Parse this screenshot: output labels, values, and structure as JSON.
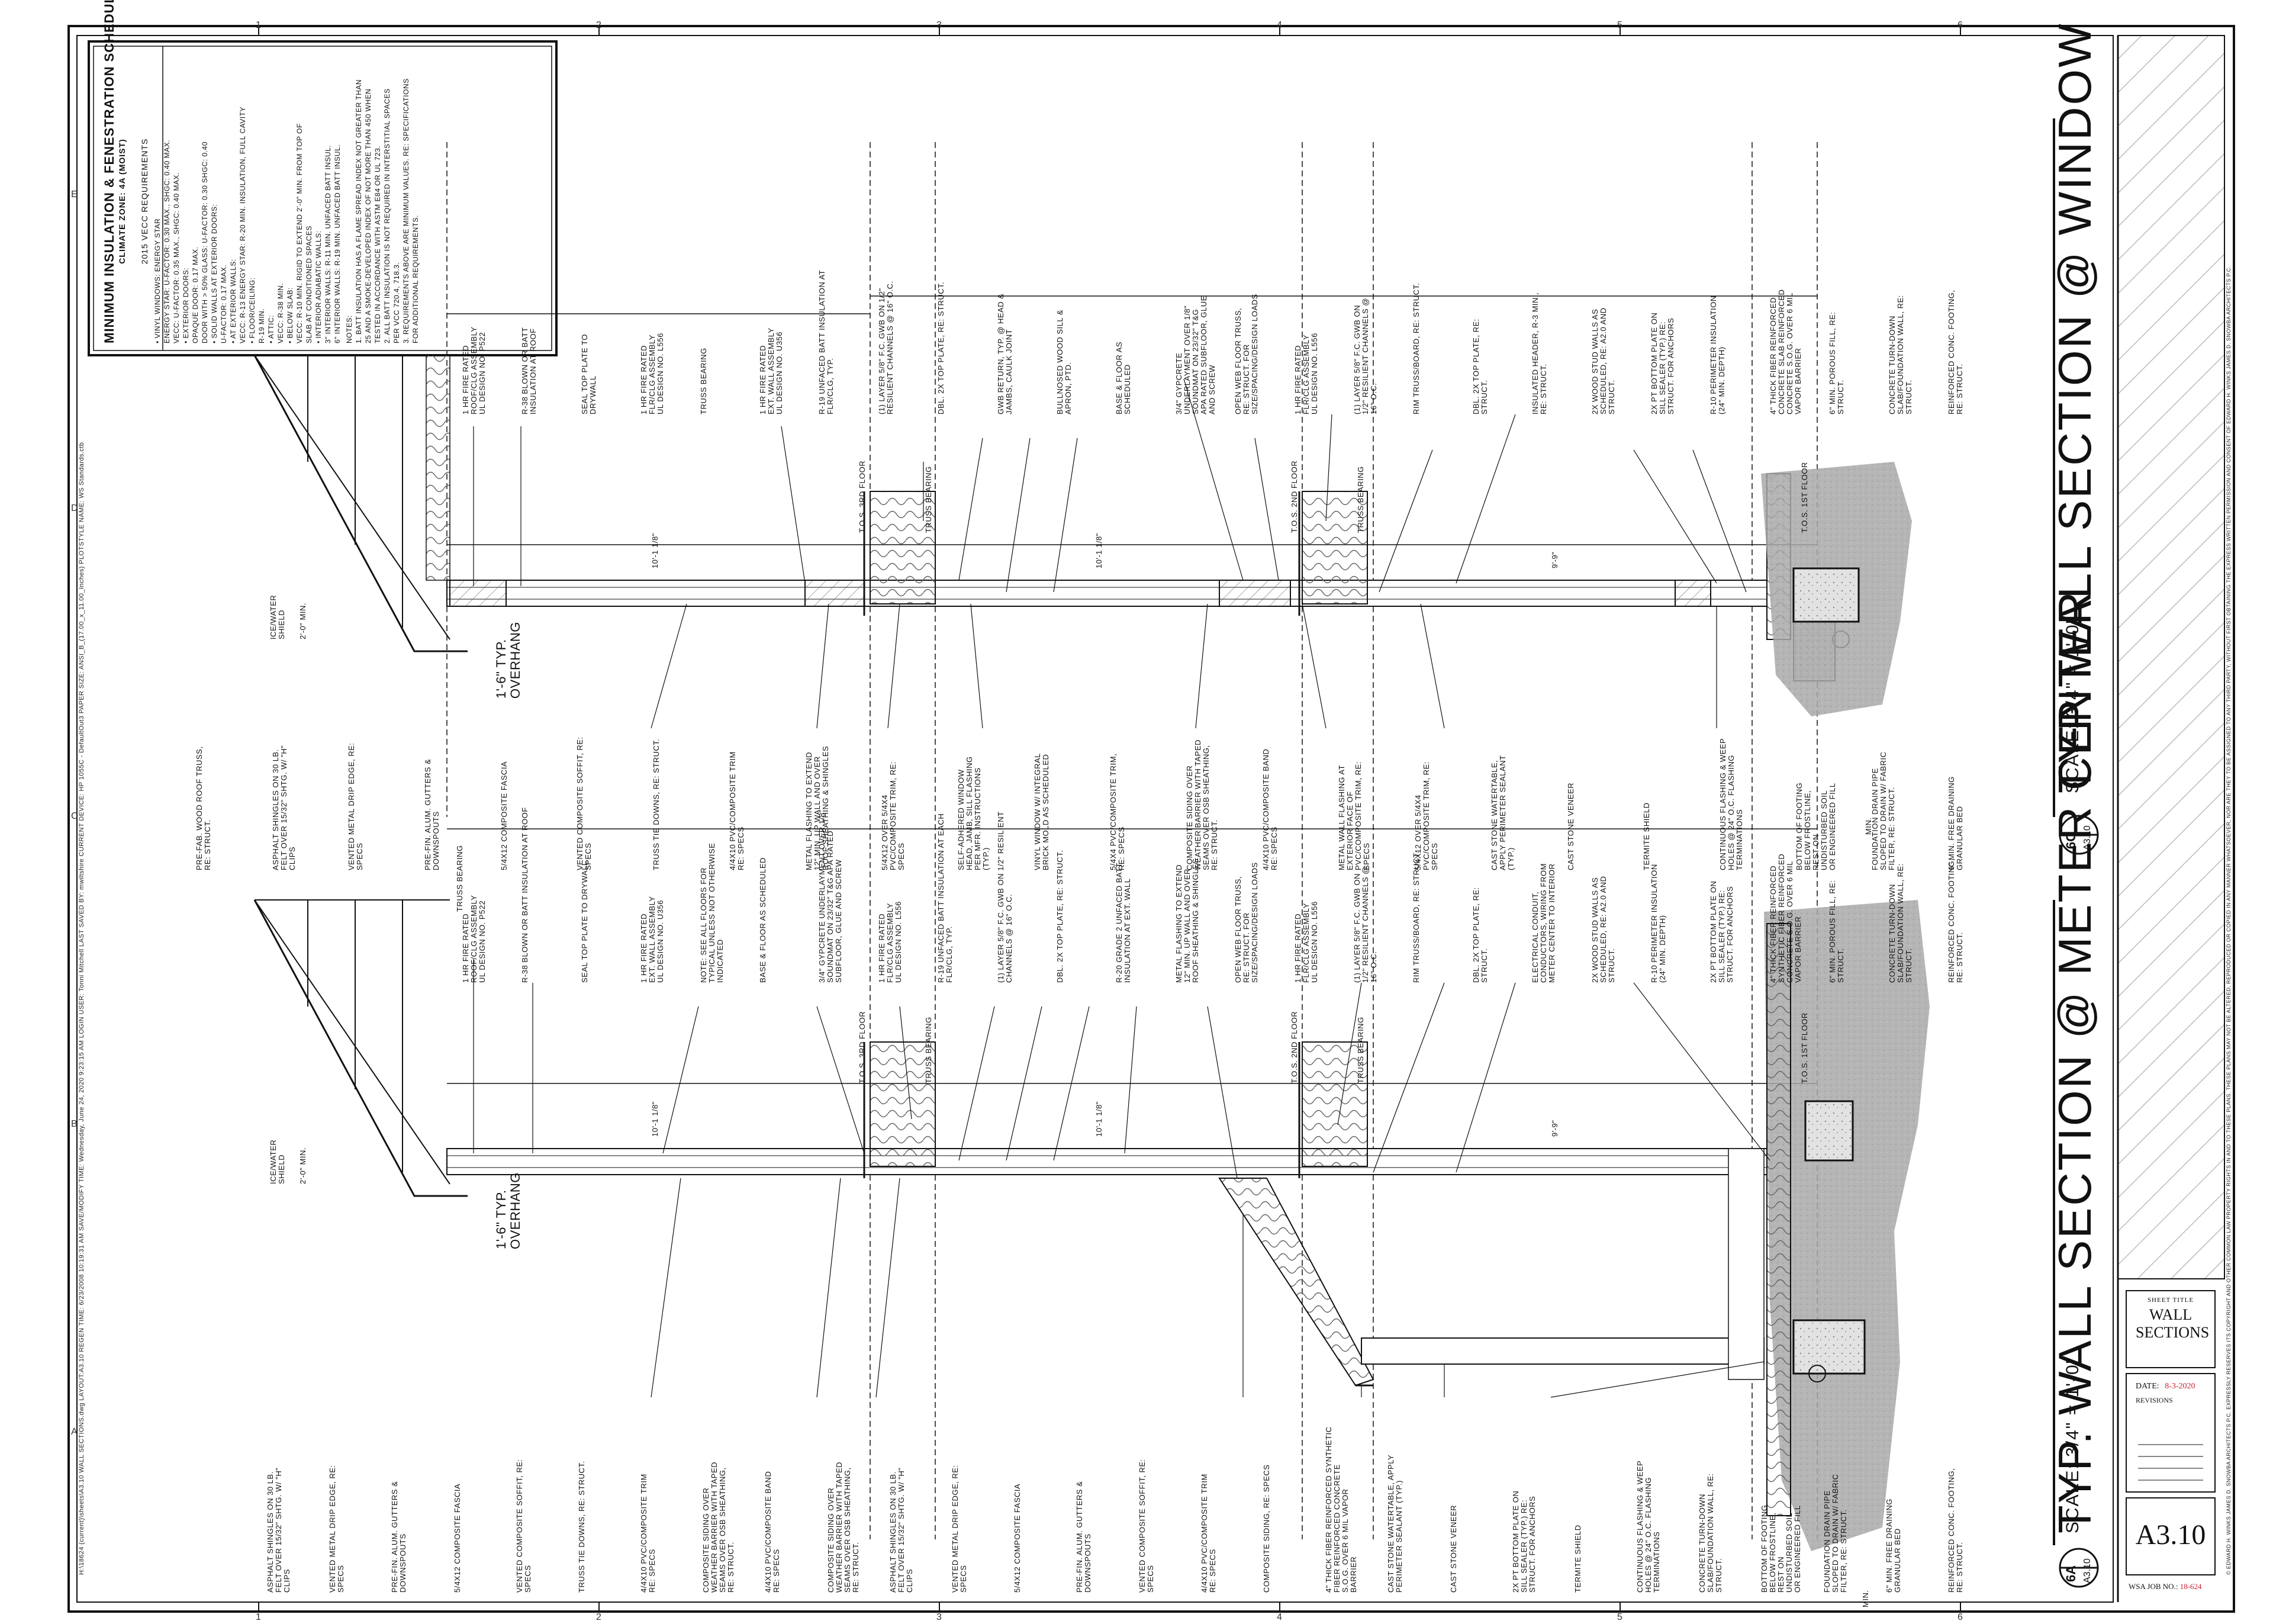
{
  "grid": {
    "columns": [
      "1",
      "2",
      "3",
      "4",
      "5",
      "6"
    ],
    "rows": [
      "E",
      "D",
      "C",
      "B",
      "A"
    ]
  },
  "schedule": {
    "title": "MINIMUM INSULATION & FENESTRATION SCHEDULE (DWELLING UNITS)",
    "subtitle": "CLIMATE ZONE: 4A (MOIST)",
    "heading": "2015 VECC REQUIREMENTS",
    "body": "• VINYL WINDOWS: ENERGY STAR\n   ENERGY STAR: U-FACTOR: 0.30 MAX., SHGC: 0.40 MAX.\n   VECC: U-FACTOR: 0.35 MAX., SHGC: 0.40 MAX.\n• EXTERIOR DOORS:\n   OPAQUE DOOR: 0.17 MAX.\n   DOOR WITH > 50% GLASS: U-FACTOR: 0.30 SHGC: 0.40\n• SOLID WALLS AT EXTERIOR DOORS:\n   U-FACTOR: 0.17 MAX.\n• AT EXTERIOR WALLS:\n   VECC: R-13 ENERGY STAR: R-20 MIN. INSULATION, FULL CAVITY\n• FLOOR/CEILING:\n   R-19 MIN.\n• ATTIC:\n   VECC: R-38 MIN.\n• BELOW SLAB:\n   VECC: R-10 MIN. RIGID TO EXTEND 2'-0\" MIN. FROM TOP OF\n   SLAB AT CONDITIONED SPACES\n• INTERIOR ADIABATIC WALLS:\n   3\" INTERIOR WALLS: R-11 MIN. UNFACED BATT INSUL.\n   6\" INTERIOR WALLS: R-19 MIN. UNFACED BATT INSUL.",
    "notes": "NOTES:\n1. BATT INSULATION HAS A FLAME SPREAD INDEX NOT GREATER THAN\n   25 AND A SMOKE-DEVELOPED INDEX OF NOT MORE THAN 450 WHEN\n   TESTED IN ACCORDANCE WITH ASTM E84 OR UL 723.\n2. ALL BATT INSULATION IS NOT REQUIRED IN INTERSTITIAL SPACES\n   PER VCC 720.4, 718.3.\n3. REQUIREMENTS ABOVE ARE MINIMUM VALUES. RE: SPECIFICATIONS\n   FOR ADDITIONAL REQUIREMENTS."
  },
  "sections": [
    {
      "title": "TYP. WALL SECTION @ WINDOW",
      "tag": "6C",
      "sheet_ref": "A3.10",
      "scale": "SCALE: 3/4\" = 1'-0\""
    },
    {
      "title": "TYP. WALL SECTION @ METER CENTER",
      "tag": "6A",
      "sheet_ref": "A3.10",
      "scale": "SCALE: 3/4\" = 1'-0\""
    }
  ],
  "levels": {
    "truss_bearing": "TRUSS BEARING",
    "third_floor": "T.O.S. 3RD FLOOR",
    "second_floor": "T.O.S. 2ND FLOOR",
    "first_floor": "T.O.S. 1ST FLOOR",
    "dims": [
      "10'-1 1/8\"",
      "10'-1 1/8\"",
      "9'-9\"",
      "1'-6\"",
      "2'-0\" MIN.",
      "1'-6\" TYP. OVERHANG"
    ]
  },
  "callouts_window_upper": [
    "1 HR FIRE RATED\nROOF/CLG ASSEMBLY\nUL DESIGN NO. P522",
    "R-38 BLOWN OR BATT\nINSULATION AT ROOF",
    "SEAL TOP PLATE TO\nDRYWALL",
    "1 HR FIRE RATED\nFLR/CLG ASSEMBLY\nUL DESIGN NO. L556",
    "TRUSS BEARING",
    "1 HR FIRE RATED\nEXT. WALL ASSEMBLY\nUL DESIGN NO. U356",
    "R-19 UNFACED BATT INSULATION AT\nFLR/CLG, TYP.",
    "(1) LAYER 5/8\" F.C. GWB ON 1/2\"\nRESILIENT CHANNELS @ 16\" O.C.",
    "DBL. 2X TOP PLATE, RE: STRUCT.",
    "GWB RETURN, TYP. @ HEAD &\nJAMBS, CAULK JOINT",
    "BULLNOSED WOOD SILL &\nAPRON, PTD.",
    "BASE & FLOOR AS\nSCHEDULED",
    "3/4\" GYPCRETE\nUNDERLAYMENT OVER 1/8\"\nSOUNDMAT ON 23/32\" T&G\nAPA RATED SUBFLOOR, GLUE\nAND SCREW",
    "OPEN WEB FLOOR TRUSS,\nRE: STRUCT. FOR\nSIZE/SPACING/DESIGN LOADS",
    "1 HR FIRE RATED\nFLR/CLG ASSEMBLY\nUL DESIGN NO. L556",
    "(1) LAYER 5/8\" F.C. GWB ON\n1/2\" RESILIENT CHANNELS @\n16\" O.C.",
    "RIM TRUSS/BOARD, RE: STRUCT.",
    "DBL. 2X TOP PLATE, RE:\nSTRUCT.",
    "INSULATED HEADER, R-3 MIN.,\nRE: STRUCT.",
    "2X WOOD STUD WALLS AS\nSCHEDULED, RE: A2.0 AND\nSTRUCT.",
    "2X PT BOTTOM PLATE ON\nSILL SEALER (TYP.) RE:\nSTRUCT. FOR ANCHORS",
    "R-10 PERIMETER INSULATION\n(24\" MIN. DEPTH)",
    "4\" THICK FIBER REINFORCED\nCONCRETE SLAB REINFORCED\nCONCRETE S.O.G. OVER 6 MIL\nVAPOR BARRIER",
    "6\" MIN. POROUS FILL, RE:\nSTRUCT.",
    "CONCRETE TURN-DOWN\nSLAB/FOUNDATION WALL, RE:\nSTRUCT.",
    "REINFORCED CONC. FOOTING,\nRE: STRUCT."
  ],
  "callouts_window_lower": [
    "PRE-FAB. WOOD ROOF TRUSS,\nRE: STRUCT.",
    "ASPHALT SHINGLES ON 30 LB.\nFELT OVER 15/32\" SHTG. W/ \"H\"\nCLIPS",
    "VENTED METAL DRIP EDGE, RE:\nSPECS",
    "PRE-FIN. ALUM. GUTTERS &\nDOWNSPOUTS",
    "5/4X12 COMPOSITE FASCIA",
    "VENTED COMPOSITE SOFFIT, RE:\nSPECS",
    "TRUSS TIE DOWNS, RE: STRUCT.",
    "4/4X10 PVC/COMPOSITE TRIM\nRE: SPECS",
    "METAL FLASHING TO EXTEND\n12\" MIN. UP WALL AND OVER\nROOF SHEATHING & SHINGLES",
    "5/4X12 OVER 5/4X4\nPVC/COMPOSITE TRIM, RE:\nSPECS",
    "SELF-ADHERED WINDOW\nHEAD, JAMB, SILL FLASHING\nPER MFR. INSTRUCTIONS\n(TYP.)",
    "VINYL WINDOW W/ INTEGRAL\nBRICK MOLD AS SCHEDULED",
    "5/4X4 PVC/COMPOSITE TRIM,\nRE: SPECS",
    "COMPOSITE SIDING OVER\nWEATHER BARRIER WITH TAPED\nSEAMS OVER OSB SHEATHING,\nRE: STRUCT.",
    "4/4X10 PVC/COMPOSITE BAND\nRE: SPECS",
    "METAL WALL FLASHING AT\nEXTERIOR FACE OF\nPVC/COMPOSITE TRIM, RE:\nSPECS",
    "5/4X12 OVER 5/4X4\nPVC/COMPOSITE TRIM, RE:\nSPECS",
    "CAST STONE WATERTABLE,\nAPPLY PERIMETER SEALANT\n(TYP.)",
    "CAST STONE VENEER",
    "TERMITE SHIELD",
    "CONTINUOUS FLASHING & WEEP\nHOLES @ 24\" O.C. FLASHING\nTERMINATIONS",
    "BOTTOM OF FOOTING\nBELOW FROSTLINE,\nREST ON\nUNDISTURBED SOIL\nOR ENGINEERED FILL",
    "FOUNDATION DRAIN PIPE\nSLOPED TO DRAIN W/ FABRIC\nFILTER, RE: STRUCT.",
    "6\" MIN. FREE DRAINING\nGRANULAR BED"
  ],
  "callouts_meter_upper": [
    "1 HR FIRE RATED\nROOF/CLG ASSEMBLY\nUL DESIGN NO. P522",
    "R-38 BLOWN OR BATT INSULATION AT ROOF",
    "SEAL TOP PLATE TO DRYWALL",
    "1 HR FIRE RATED\nEXT. WALL ASSEMBLY\nUL DESIGN NO. U356",
    "NOTE: SEE ALL FLOORS FOR\nTYPICAL UNLESS NOT OTHERWISE\nINDICATED",
    "BASE & FLOOR AS SCHEDULED",
    "3/4\" GYPCRETE UNDERLAYMENT OVER 1/8\"\nSOUNDMAT ON 23/32\" T&G APA RATED\nSUBFLOOR, GLUE AND SCREW",
    "1 HR FIRE RATED\nFLR/CLG ASSEMBLY\nUL DESIGN NO. L556",
    "R-19 UNFACED BATT INSULATION AT EACH\nFLR/CLG, TYP.",
    "(1) LAYER 5/8\" F.C. GWB ON 1/2\" RESILIENT\nCHANNELS @ 16\" O.C.",
    "DBL. 2X TOP PLATE, RE: STRUCT.",
    "R-20 GRADE 2 UNFACED BATT\nINSULATION AT EXT. WALL",
    "METAL FLASHING TO EXTEND\n12\" MIN. UP WALL AND OVER\nROOF SHEATHING & SHINGLES",
    "OPEN WEB FLOOR TRUSS,\nRE: STRUCT. FOR\nSIZE/SPACING/DESIGN LOADS",
    "1 HR FIRE RATED\nFLR/CLG ASSEMBLY\nUL DESIGN NO. L556",
    "(1) LAYER 5/8\" F.C. GWB ON\n1/2\" RESILIENT CHANNELS @\n16\" O.C.",
    "RIM TRUSS/BOARD, RE: STRUCT.",
    "DBL. 2X TOP PLATE, RE:\nSTRUCT.",
    "ELECTRICAL CONDUIT,\nCONDUCTORS, WIRING FROM\nMETER CENTER TO INTERIOR",
    "2X WOOD STUD WALLS AS\nSCHEDULED, RE: A2.0 AND\nSTRUCT.",
    "R-10 PERIMETER INSULATION\n(24\" MIN. DEPTH)",
    "2X PT BOTTOM PLATE ON\nSILL SEALER (TYP.) RE:\nSTRUCT. FOR ANCHORS",
    "4\" THICK FIBER REINFORCED\nSYNTHETIC FIBER REINFORCED\nCONCRETE S.O.G. OVER 6 MIL\nVAPOR BARRIER",
    "6\" MIN. POROUS FILL, RE:\nSTRUCT.",
    "CONCRETE TURN-DOWN\nSLAB/FOUNDATION WALL, RE:\nSTRUCT.",
    "REINFORCED CONC. FOOTING,\nRE: STRUCT."
  ],
  "callouts_meter_lower": [
    "ASPHALT SHINGLES ON 30 LB.\nFELT OVER 15/32\" SHTG. W/ \"H\"\nCLIPS",
    "VENTED METAL DRIP EDGE, RE:\nSPECS",
    "PRE-FIN. ALUM. GUTTERS &\nDOWNSPOUTS",
    "5/4X12 COMPOSITE FASCIA",
    "VENTED COMPOSITE SOFFIT, RE:\nSPECS",
    "TRUSS TIE DOWNS, RE: STRUCT.",
    "4/4X10 PVC/COMPOSITE TRIM\nRE: SPECS",
    "COMPOSITE SIDING OVER\nWEATHER BARRIER WITH TAPED\nSEAMS OVER OSB SHEATHING,\nRE: STRUCT.",
    "4/4X10 PVC/COMPOSITE BAND\nRE: SPECS",
    "COMPOSITE SIDING OVER\nWEATHER BARRIER WITH TAPED\nSEAMS OVER OSB SHEATHING,\nRE: STRUCT.",
    "ASPHALT SHINGLES ON 30 LB.\nFELT OVER 15/32\" SHTG. W/ \"H\"\nCLIPS",
    "VENTED METAL DRIP EDGE, RE:\nSPECS",
    "5/4X12 COMPOSITE FASCIA",
    "PRE-FIN. ALUM. GUTTERS &\nDOWNSPOUTS",
    "VENTED COMPOSITE SOFFIT, RE:\nSPECS",
    "4/4X10 PVC/COMPOSITE TRIM\nRE: SPECS",
    "COMPOSITE SIDING, RE: SPECS",
    "4\" THICK FIBER REINFORCED SYNTHETIC\nFIBER REINFORCED CONCRETE\nS.O.G. OVER 6 MIL VAPOR\nBARRIER",
    "CAST STONE WATERTABLE, APPLY\nPERIMETER SEALANT (TYP.)",
    "CAST STONE VENEER",
    "2X PT BOTTOM PLATE ON\nSILL SEALER (TYP.) RE:\nSTRUCT. FOR ANCHORS",
    "TERMITE SHIELD",
    "CONTINUOUS FLASHING & WEEP\nHOLES @ 24\" O.C. FLASHING\nTERMINATIONS",
    "CONCRETE TURN-DOWN\nSLAB/FOUNDATION WALL, RE:\nSTRUCT.",
    "BOTTOM OF FOOTING\nBELOW FROSTLINE,\nREST ON\nUNDISTURBED SOIL\nOR ENGINEERED FILL",
    "FOUNDATION DRAIN PIPE\nSLOPED TO DRAIN W/ FABRIC\nFILTER, RE: STRUCT.",
    "6\" MIN. FREE DRAINING\nGRANULAR BED",
    "REINFORCED CONC. FOOTING,\nRE: STRUCT."
  ],
  "misc_labels": {
    "ice_water_shield": "ICE/WATER SHIELD",
    "overhang": "1'-6\" TYP. OVERHANG",
    "two_ft_min": "2'-0\" MIN.",
    "min": "MIN."
  },
  "title_block": {
    "sheet_title_label": "SHEET TITLE",
    "sheet_title": "WALL SECTIONS",
    "date_label": "DATE:",
    "date": "8-3-2020",
    "revisions_label": "REVISIONS",
    "sheet_number": "A3.10",
    "job_label": "WSA JOB NO.:",
    "job_no": "18-624",
    "copyright": "© EDWARD H. WINKS JAMES D. SNOWBA ARCHITECTS P.C. EXPRESSLY RESERVES ITS COPYRIGHT AND OTHER COMMON LAW PROPERTY RIGHTS IN AND TO THESE PLANS. THESE PLANS MAY NOT BE ALTERED, REPRODUCED OR COPIED IN ANY MANNER WHATSOEVER, NOR ARE THEY TO BE ASSIGNED TO ANY THIRD PARTY, WITHOUT FIRST OBTAINING THE EXPRESS WRITTEN PERMISSION AND CONSENT OF EDWARD H. WINKS JAMES D. SNOWBA ARCHITECTS P.C."
  },
  "plot_stamp": "H:\\18624 (current)\\sheets\\A3.10 WALL SECTIONS.dwg LAYOUT:A3.10 REGEN TIME: 6/23/2008 10:19:31 AM SAVE/MODIFY TIME: Wednesday, June 24, 2020 9:23:15 AM LOGIN USER: Tonni Mitchell LAST SAVED BY: mwiltshire CURRENT DEVICE: HP 1055C - DefaultOut3 PAPER SIZE: ANSI_B_(17.00_x_11.00_Inches) PLOTSTYLE NAME: WS Standards.ctb",
  "colors": {
    "ink": "#111111",
    "soil": "#9a9a9a",
    "concrete": "#cfcfcf",
    "date_red": "#cc2233"
  }
}
